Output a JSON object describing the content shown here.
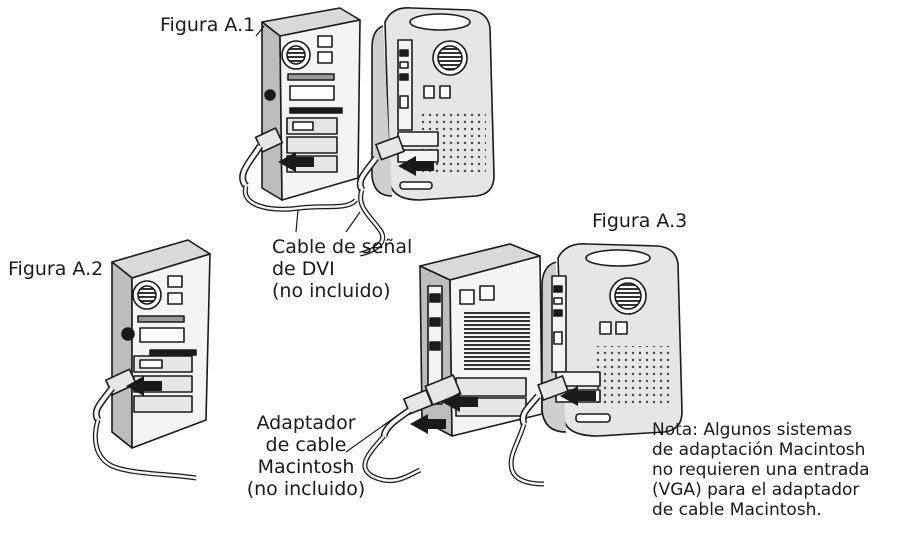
{
  "figures": {
    "a1": {
      "label": "Figura A.1"
    },
    "a2": {
      "label": "Figura A.2"
    },
    "a3": {
      "label": "Figura A.3"
    }
  },
  "callouts": {
    "dvi_cable": {
      "lines": [
        "Cable de señal",
        "de DVI",
        "(no incluido)"
      ]
    },
    "mac_adapter": {
      "lines": [
        "Adaptador",
        "de cable",
        "Macintosh",
        "(no incluido)"
      ]
    },
    "note": {
      "lines": [
        "Nota: Algunos sistemas",
        "de adaptación Macintosh",
        "no requieren una entrada",
        "(VGA) para el adaptador",
        "de cable Macintosh."
      ]
    }
  },
  "colors": {
    "ink": "#1a1a1a",
    "case_light": "#f4f4f4",
    "case_side": "#d9d9d9",
    "case_dark": "#9a9a9a",
    "mac_body": "#e6e6e6"
  },
  "icons": [
    "pc-tower-drawing",
    "mac-g4-drawing",
    "arrow-drawing",
    "dvi-cable-drawing",
    "mac-adapter-drawing"
  ]
}
